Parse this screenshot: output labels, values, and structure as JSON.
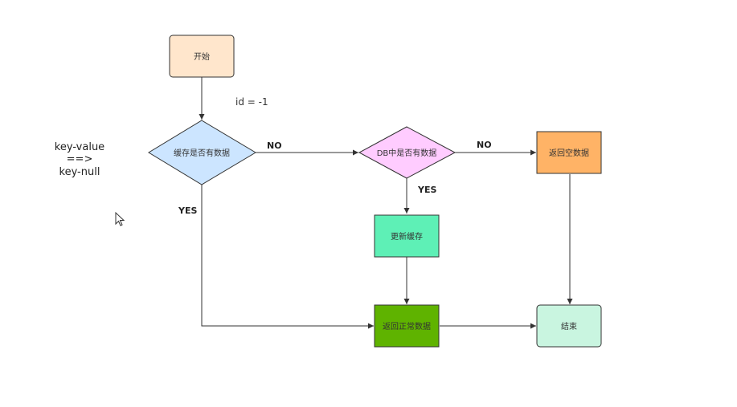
{
  "colors": {
    "start": "#ffe6cc",
    "cache_check": "#cce5ff",
    "db_check": "#ffccff",
    "return_empty": "#ffb366",
    "update_cache": "#5ef0b6",
    "return_normal": "#5fb300",
    "end": "#c9f5e0",
    "stroke": "#333333"
  },
  "nodes": {
    "start": "开始",
    "cache_check": "缓存是否有数据",
    "db_check": "DB中是否有数据",
    "return_empty": "返回空数据",
    "update_cache": "更新缓存",
    "return_normal": "返回正常数据",
    "end": "结束"
  },
  "edge_labels": {
    "start_to_cache": "id = -1",
    "cache_no": "NO",
    "cache_yes": "YES",
    "db_no": "NO",
    "db_yes": "YES"
  },
  "side_note": {
    "line1": "key-value",
    "line2": "==>",
    "line3": "key-null"
  }
}
